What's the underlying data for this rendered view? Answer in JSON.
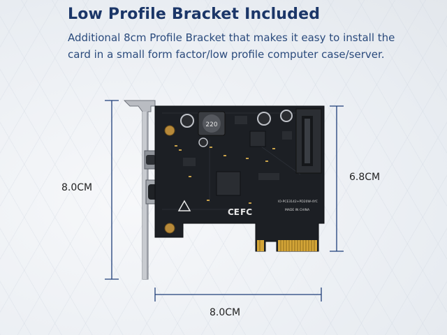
{
  "heading": "Low Profile Bracket Included",
  "description": "Additional 8cm Profile Bracket that makes it easy to install the card in a small form factor/low profile computer case/server.",
  "dimensions": {
    "bracket_height": "8.0CM",
    "card_height": "6.8CM",
    "card_width": "8.0CM"
  },
  "board_markings": {
    "inductor": "220",
    "model_code": "IO-PCE3142+PD20W-4YC",
    "origin": "MADE IN CHINA",
    "ce": "CE",
    "fc": "FC"
  },
  "colors": {
    "heading": "#1b3668",
    "description": "#2a4a7c",
    "dimension_line": "#1f3f7a",
    "pcb": "#1c1f24",
    "gold_fingers": "#d4a537"
  }
}
